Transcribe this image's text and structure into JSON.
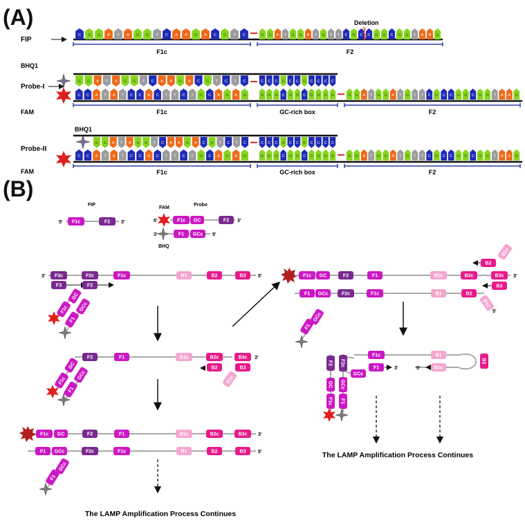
{
  "panel_a": {
    "label": "(A)",
    "fip": {
      "label": "FIP",
      "deletion": "Deletion",
      "region1": "F1c",
      "region2": "F2"
    },
    "probe1": {
      "label": "Probe-I",
      "quencher": "BHQ1",
      "fluor": "FAM",
      "region1": "F1c",
      "region2": "GC-rich box",
      "region3": "F2"
    },
    "probe2": {
      "label": "Probe-II",
      "quencher": "BHQ1",
      "fluor": "FAM",
      "region1": "F1c",
      "region2": "GC-rich box",
      "region3": "F2"
    }
  },
  "panel_b": {
    "label": "(B)",
    "legend": {
      "fip": "FIP",
      "probe": "Probe",
      "fam": "FAM",
      "bhq": "BHQ"
    },
    "blocks": {
      "F1c": "F1c",
      "F1": "F1",
      "F2": "F2",
      "F2c": "F2c",
      "F3": "F3",
      "F3c": "F3c",
      "GC": "GC",
      "GCc": "GCc",
      "B1": "B1",
      "B1c": "B1c",
      "B2": "B2",
      "B2c": "B2c",
      "B3": "B3",
      "B3c": "B3c"
    },
    "ends": {
      "five": "5'",
      "three": "3'"
    },
    "continue_text": "The LAMP Amplification Process Continues"
  },
  "colors": {
    "magenta": "#cc17c4",
    "purple": "#7a2a8f",
    "pink": "#f06fb8",
    "hotpink": "#e8198b",
    "lightpink": "#f5a6cf",
    "base_blue": "#1f2bb5",
    "base_orange": "#ef6a1b",
    "base_gray": "#9c9c9c",
    "base_green": "#88d421",
    "strand_line": "#a9a9a9",
    "region_line": "#2f3ea8",
    "star_red": "#e01f1f",
    "star_gray": "#7d7d7d"
  },
  "sequences": {
    "fip_a": "CGGATAGGTCAAGACGTC",
    "fip_b": "GGATGGATGTTCGCCGGCGGTAAG",
    "p1_top_a": "GGATAGGTCAAGACGTCTC",
    "p1_top_b": "CCCGCCGCCCC",
    "p1_bot_a": "CCATATCCACTTCTGCAGAG",
    "p1_bot_b": "GGGCGGCGGGG",
    "p1_f2": "GGATGGATGTTCGCCGGCGGTAAG",
    "p2_top_a": "GGATAGGTCAAGACGTCTC",
    "p2_top_b": "CCCGCCGCCCC",
    "p2_bot_a": "CCATATCCACTTCTGCAGAG",
    "p2_bot_b": "GGGCGGCGGGG",
    "p2_f2": "GGATGGATGTTCGCCGGCGGTAAG"
  }
}
